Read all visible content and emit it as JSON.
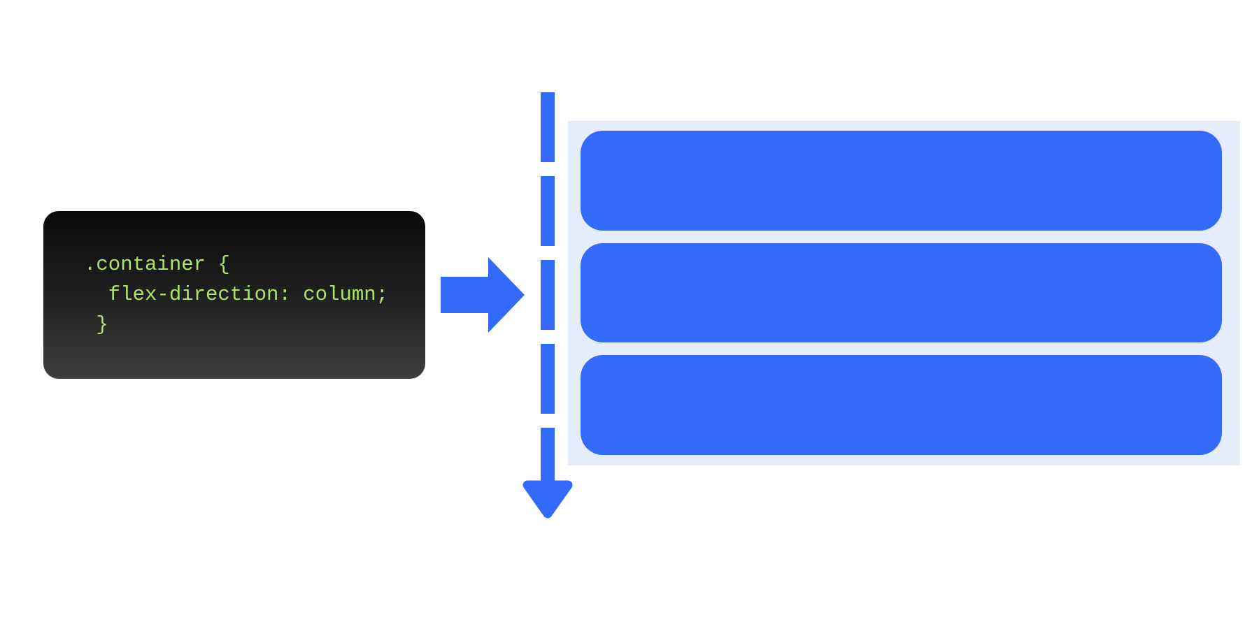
{
  "diagram": {
    "description": "flexbox flex-direction column illustration",
    "code_box": {
      "language": "css",
      "lines": [
        ".container {",
        "  flex-direction: column;",
        " }"
      ]
    },
    "flex_container": {
      "item_count": 3,
      "direction": "column"
    },
    "colors": {
      "accent_blue": "#336afa",
      "container_bg": "#e5edfb",
      "code_text_green": "#ace26b",
      "code_box_gradient_top": "#0a0a0a",
      "code_box_gradient_bottom": "#3e3e3e",
      "page_bg": "#ffffff"
    }
  }
}
